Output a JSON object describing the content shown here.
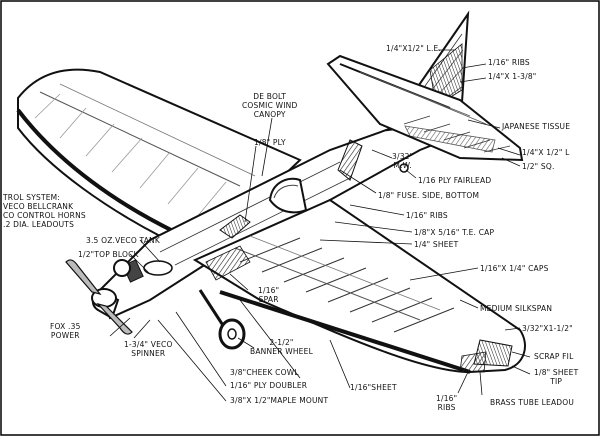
{
  "diagram": {
    "labels": {
      "le": "1/4\"X1/2\" L.E.",
      "ribs_tail": "1/16\" RIBS",
      "spar_tail": "1/4\"X 1-3/8\"",
      "japanese_tissue": "JAPANESE TISSUE",
      "le_tail2": "1/4\"X 1/2\" L",
      "sq": "1/2\" SQ.",
      "debolt": [
        "DE BOLT",
        "COSMIC WIND",
        "CANOPY"
      ],
      "ply": "1/8\" PLY",
      "mw": [
        "3/32\"",
        "M.W."
      ],
      "fairlead": "1/16 PLY FAIRLEAD",
      "fuse_side": "1/8\" FUSE. SIDE, BOTTOM",
      "control_system": [
        "TROL SYSTEM:",
        "VECO BELLCRANK",
        "CO CONTROL HORNS",
        ".2 DIA. LEADOUTS"
      ],
      "ribs_wing": "1/16\" RIBS",
      "te_cap": "1/8\"X 5/16\" T.E. CAP",
      "sheet_quarter": "1/4\" SHEET",
      "tank": "3.5 OZ.VECO TANK",
      "top_block": "1/2\"TOP BLOCK",
      "caps": "1/16\"X 1/4\" CAPS",
      "silkspan": "MEDIUM SILKSPAN",
      "fox": [
        "FOX .35",
        "POWER"
      ],
      "spinner": [
        "1-3/4\" VECO",
        "SPINNER"
      ],
      "spar": [
        "1/16\"",
        "SPAR"
      ],
      "banner_wheel": [
        "2-1/2\"",
        "BANNER WHEEL"
      ],
      "cheek_cowl": "3/8\"CHEEK COWL",
      "ply_doubler": "1/16\" PLY DOUBLER",
      "maple_mount": "3/8\"X 1/2\"MAPLE MOUNT",
      "sheet_sixteenth": "1/16\"SHEET",
      "tip_spar": "3/32\"X1-1/2\"",
      "scrap_fill": "SCRAP FIL",
      "sheet_tip": [
        "1/8\" SHEET",
        "TIP"
      ],
      "ribs_bottom": [
        "1/16\"",
        "RIBS"
      ],
      "brass_tube": "BRASS TUBE LEADOU"
    }
  }
}
